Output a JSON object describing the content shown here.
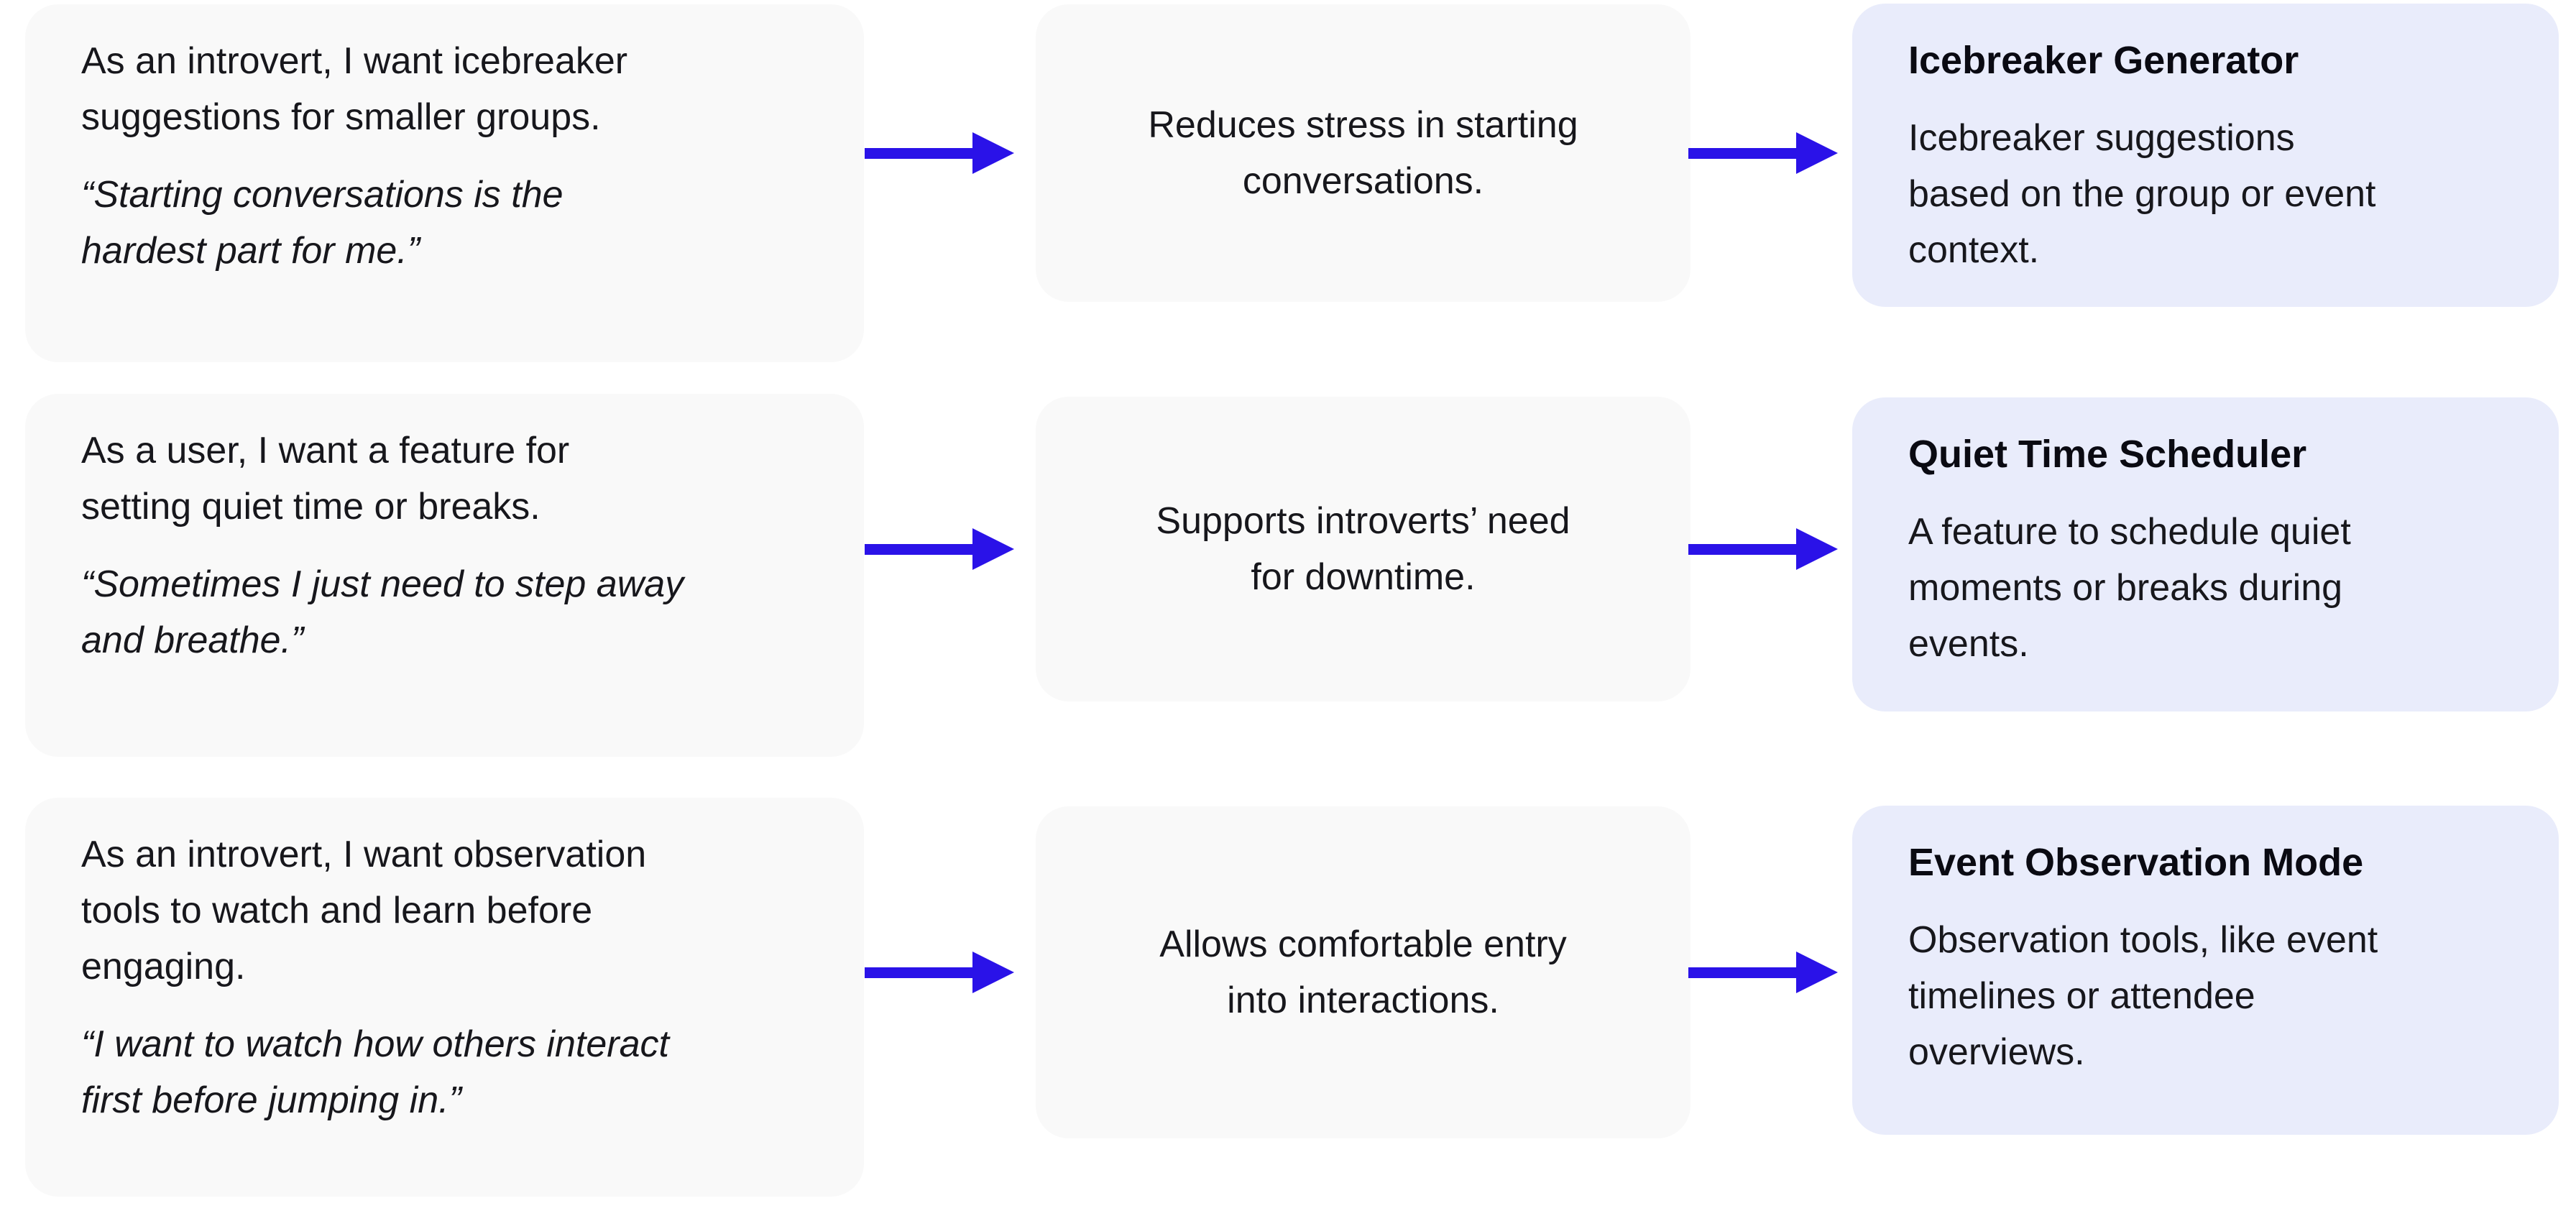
{
  "diagram": {
    "colors": {
      "page_background": "#ffffff",
      "story_benefit_card_background": "#f9f9f9",
      "feature_card_background": "#e9ecfb",
      "arrow": "#2a12e8",
      "body_text": "#17171c",
      "title_text": "#0a0a12"
    },
    "rows": [
      {
        "story": "As an introvert, I want icebreaker\nsuggestions for smaller groups.",
        "quote": "“Starting conversations is the\nhardest part for me.”",
        "benefit": "Reduces stress in starting\nconversations.",
        "feature_title": "Icebreaker Generator",
        "feature_desc": "Icebreaker suggestions\nbased on the group or event\ncontext."
      },
      {
        "story": "As a user, I want a feature for\nsetting quiet time or breaks.",
        "quote": "“Sometimes I just need to step away\nand breathe.”",
        "benefit": "Supports introverts’ need\nfor downtime.",
        "feature_title": "Quiet Time Scheduler",
        "feature_desc": "A feature to schedule quiet\nmoments or breaks during\nevents."
      },
      {
        "story": "As an introvert, I want observation\ntools to watch and learn before\nengaging.",
        "quote": "“I want to watch how others interact\nfirst before jumping in.”",
        "benefit": "Allows comfortable entry\ninto interactions.",
        "feature_title": "Event Observation Mode",
        "feature_desc": "Observation tools, like event\ntimelines or attendee\noverviews."
      }
    ]
  }
}
